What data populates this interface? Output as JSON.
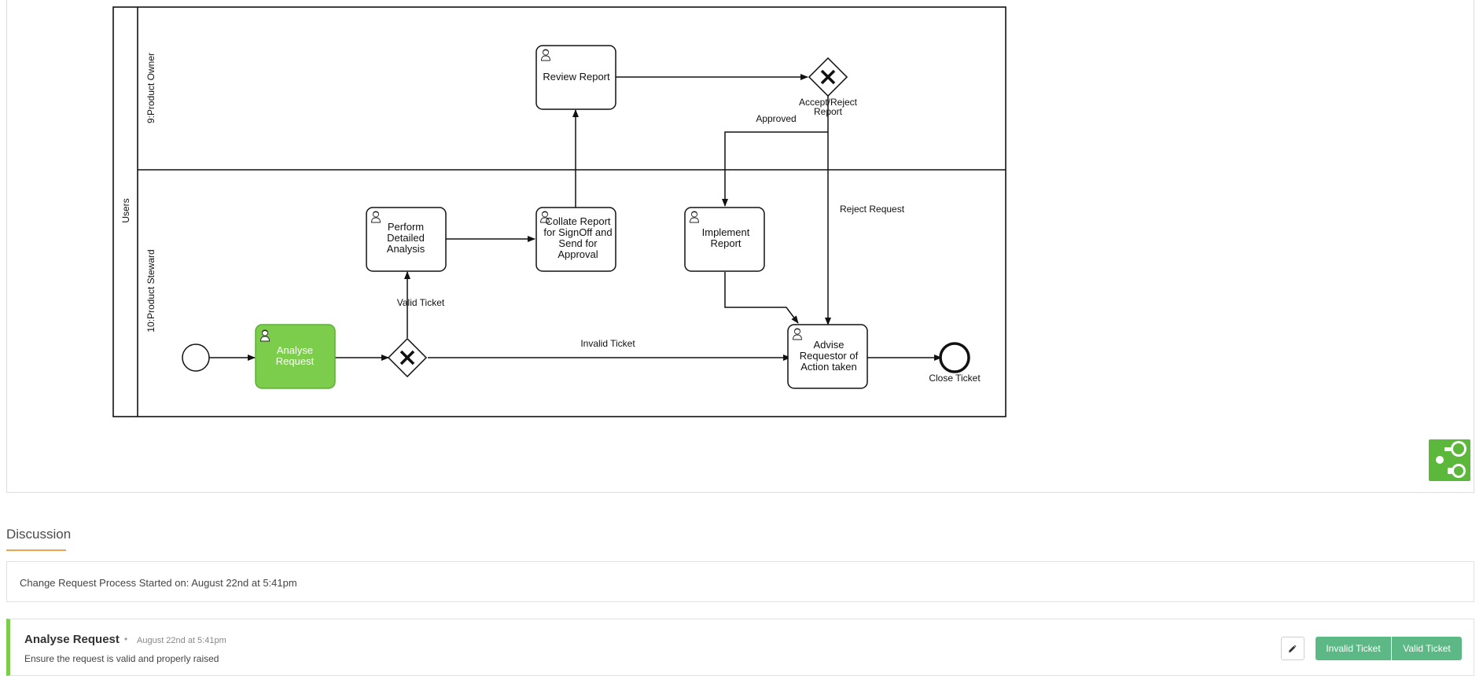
{
  "diagram": {
    "pool_label": "Users",
    "lanes": [
      "9:Product Owner",
      "10:Product Steward"
    ],
    "tasks": {
      "review_report": [
        "Review Report"
      ],
      "perform_analysis": [
        "Perform",
        "Detailed",
        "Analysis"
      ],
      "collate_report": [
        "Collate Report",
        "for SignOff and",
        "Send for",
        "Approval"
      ],
      "implement_report": [
        "Implement",
        "Report"
      ],
      "analyse_request": [
        "Analyse",
        "Request"
      ],
      "advise_requestor": [
        "Advise",
        "Requestor of",
        "Action taken"
      ]
    },
    "gateway_labels": {
      "accept_reject": [
        "Accept/Reject",
        "Report"
      ]
    },
    "flow_labels": {
      "approved": "Approved",
      "reject_request": "Reject Request",
      "valid_ticket": "Valid Ticket",
      "invalid_ticket": "Invalid Ticket"
    },
    "end_event_label": "Close Ticket",
    "colors": {
      "active_task": "#7ccd4c",
      "stroke": "#111111"
    }
  },
  "discussion": {
    "header": "Discussion",
    "start_message": "Change Request Process Started on: August 22nd at 5:41pm",
    "task": {
      "title": "Analyse Request",
      "separator": "•",
      "date": "August 22nd at 5:41pm",
      "description": "Ensure the request is valid and properly raised"
    },
    "actions": {
      "invalid_label": "Invalid Ticket",
      "valid_label": "Valid Ticket"
    },
    "colors": {
      "accent_border": "#7ccd4c",
      "button": "#5cb885",
      "underline": "#e9a552"
    }
  },
  "icons": [
    "user-task-icon",
    "gateway-x-icon",
    "pencil-icon",
    "puzzle-logo-icon"
  ]
}
